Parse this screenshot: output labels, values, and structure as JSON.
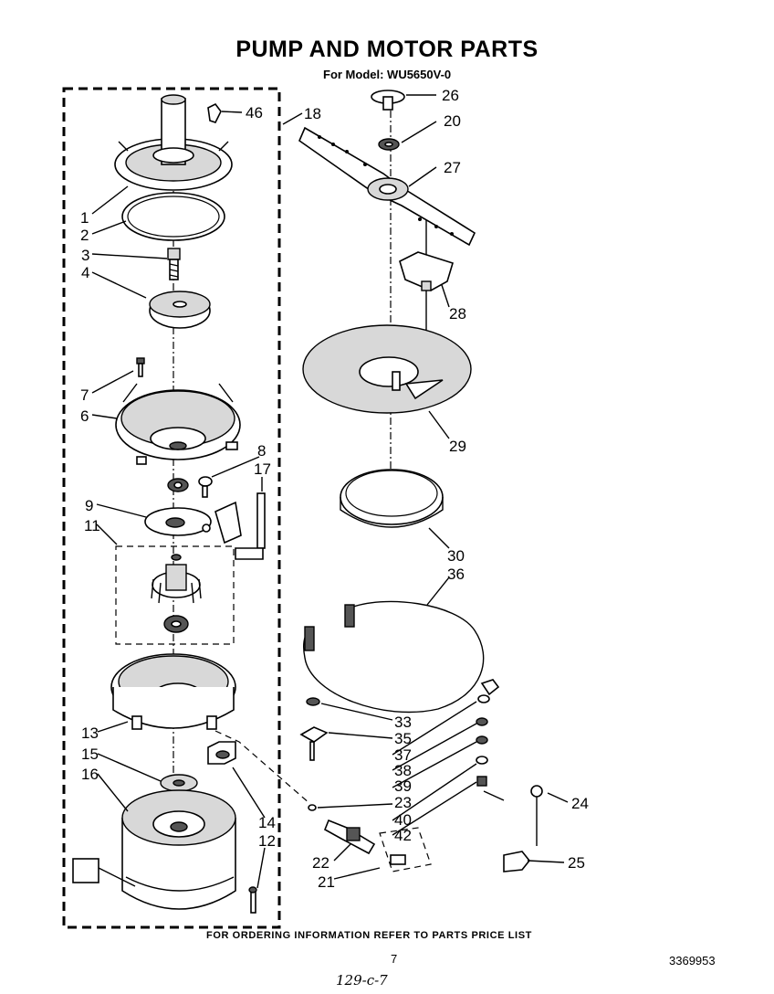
{
  "header": {
    "title": "PUMP AND MOTOR PARTS",
    "subtitle": "For Model: WU5650V-0"
  },
  "callouts": [
    "46",
    "18",
    "1",
    "2",
    "3",
    "4",
    "7",
    "6",
    "8",
    "17",
    "9",
    "11",
    "13",
    "15",
    "16",
    "14",
    "12",
    "22",
    "21",
    "26",
    "20",
    "27",
    "28",
    "29",
    "30",
    "36",
    "33",
    "35",
    "37",
    "38",
    "39",
    "23",
    "40",
    "42",
    "24",
    "25"
  ],
  "footer": {
    "ordering_note": "FOR ORDERING INFORMATION REFER TO PARTS PRICE LIST",
    "page_number": "7",
    "document_number": "3369953",
    "handwritten_note": "129-c-7"
  }
}
